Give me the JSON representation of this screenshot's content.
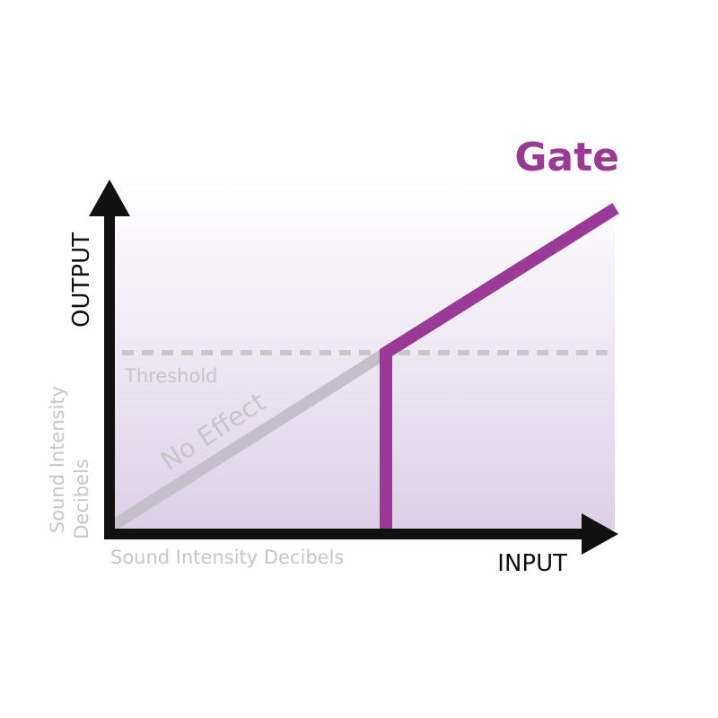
{
  "title": "Gate",
  "axes": {
    "x_title": "INPUT",
    "y_title": "OUTPUT",
    "x_subtitle": "Sound Intensity Decibels",
    "y_subtitle_lines": [
      "Sound Intensity",
      "Decibels"
    ]
  },
  "threshold_label": "Threshold",
  "no_effect_label": "No Effect",
  "colors": {
    "gate": "#9b3a96",
    "axis": "#111111",
    "threshold": "#c9c6cc",
    "no_effect_line": "#c4bfc8",
    "faint_text": "#c6c6c6",
    "panel_top": "#ffffff",
    "panel_bottom": "#dcd0e6"
  }
}
